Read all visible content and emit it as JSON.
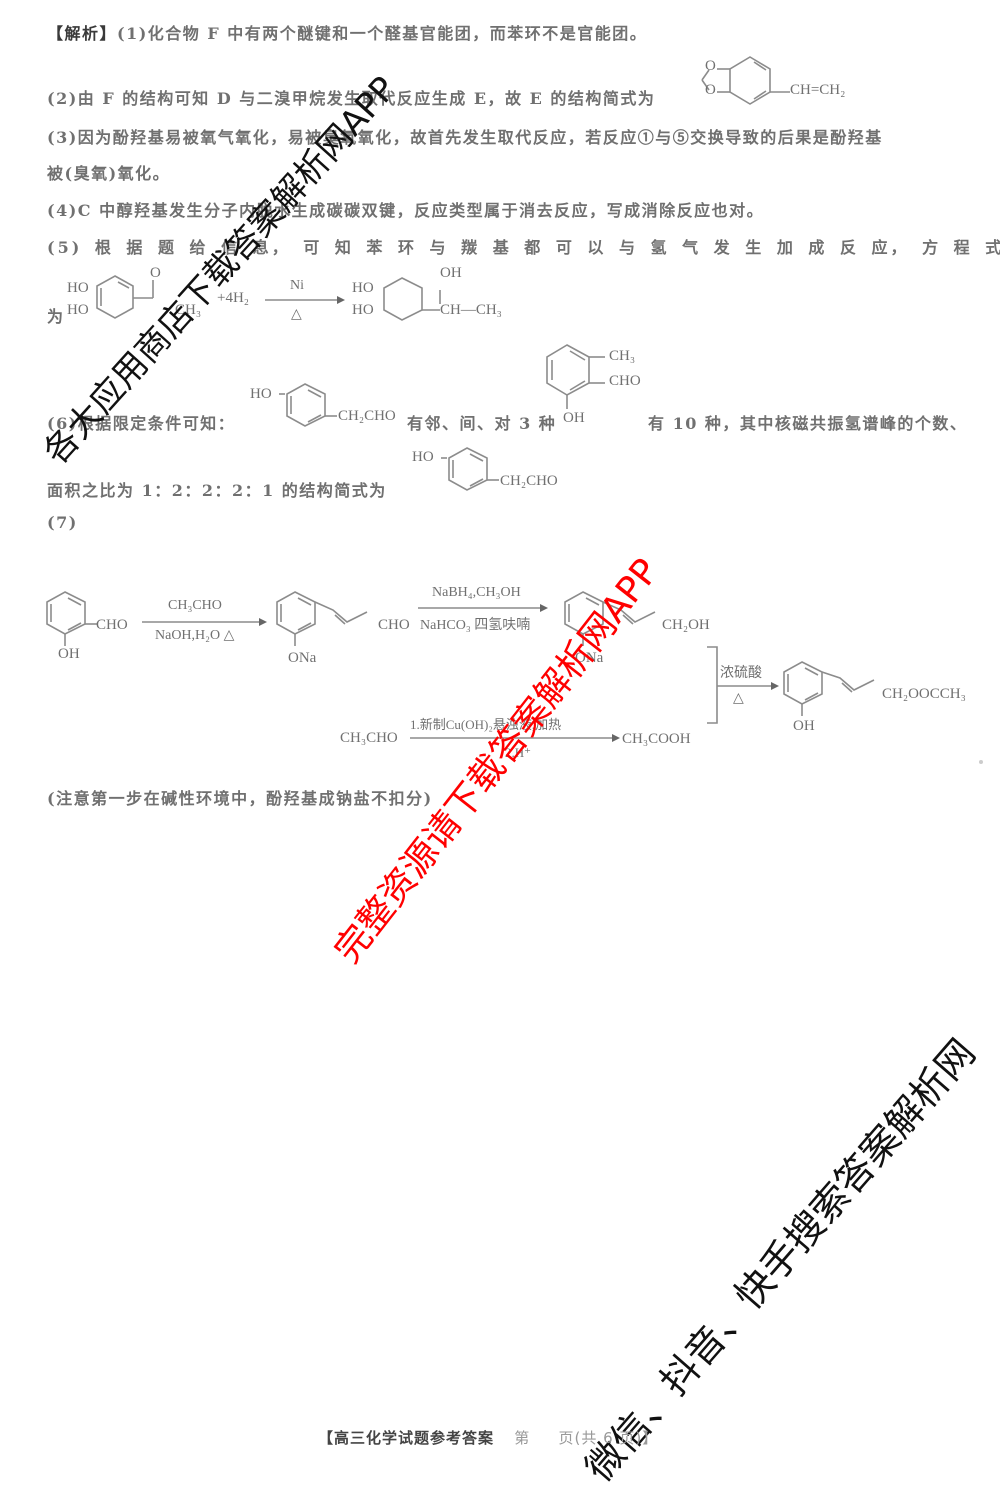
{
  "doc": {
    "p1_label": "【解析】",
    "p1": "(1)化合物 F 中有两个醚键和一个醛基官能团，而苯环不是官能团。",
    "p2": "(2)由 F 的结构可知 D 与二溴甲烷发生取代反应生成 E，故 E 的结构简式为",
    "p2_struct_sub": "CH=CH₂",
    "p3a": "(3)因为酚羟基易被氧气氧化，易被臭氧氧化，故首先发生取代反应，若反应①与⑤交换导致的后果是酚羟基",
    "p3b": "被(臭氧)氧化。",
    "p4": "(4)C 中醇羟基发生分子内脱水生成碳碳双键，反应类型属于消去反应，写成消除反应也对。",
    "p5": "(5) 根 据 题 给 信 息， 可 知 苯 环 与 羰 基 都 可 以 与 氢 气 发 生 加 成 反 应， 方 程 式",
    "p5_prefix": "为",
    "p5_reagent": "+4H₂",
    "p5_cond_top": "Ni",
    "p5_cond_bottom": "△",
    "p6_intro": "(6)根据限定条件可知：",
    "p6_sub1": "CH₂CHO",
    "p6_mid": "有邻、间、对 3 种",
    "p6_tail": "有 10 种，其中核磁共振氢谱峰的个数、",
    "p6b": "面积之比为 1：2：2：2：1 的结构简式为",
    "p6b_sub": "CH₂CHO",
    "p7_label": "(7)",
    "p7_note": "(注意第一步在碱性环境中，酚羟基成钠盐不扣分)"
  },
  "scheme7": {
    "step1_top": "CH₃CHO",
    "step1_bottom": "NaOH,H₂O △",
    "step2_top": "NaBH₄,CH₃OH",
    "step2_bottom": "NaHCO₃ 四氢呋喃",
    "step3_top": "浓硫酸",
    "step3_bottom": "△",
    "side_start": "CH₃CHO",
    "side_top": "1.新制Cu(OH)₂悬浊液,加热",
    "side_bottom": "2.H⁺",
    "side_end": "CH₃COOH",
    "labels": {
      "cho": "CHO",
      "oh": "OH",
      "ona": "ONa",
      "ch2oh": "CH₂OH",
      "ester": "CH₂OOCCH₃",
      "ho": "HO",
      "ch3": "CH₃",
      "chch3": "CH—CH₃",
      "o": "O"
    }
  },
  "watermarks": {
    "wm1": "各大应用商店下载答案解析网APP",
    "wm2": "完整资源请下载答案解析网APP",
    "wm3": "微信、抖音、快手搜索答案解析网",
    "colors": {
      "black": "#111111",
      "red": "#ff0000"
    }
  },
  "footer": {
    "left": "【高三化学试题参考答案",
    "page": "第",
    "right": "页(共 6 页)】"
  }
}
